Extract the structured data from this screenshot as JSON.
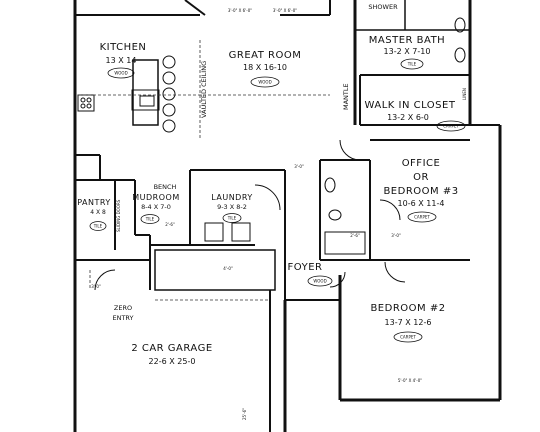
{
  "plan": {
    "rooms": [
      {
        "key": "kitchen",
        "name": "Kitchen",
        "dims": "13 x 14",
        "floor": "Wood"
      },
      {
        "key": "great_room",
        "name": "Great Room",
        "dims": "18 x 16-10",
        "floor": "Wood"
      },
      {
        "key": "master_bath",
        "name": "Master Bath",
        "dims": "13-2 x 7-10",
        "floor": "Tile"
      },
      {
        "key": "walk_in_closet",
        "name": "Walk In Closet",
        "dims": "13-2 x 6-0",
        "floor": "Carpet"
      },
      {
        "key": "office",
        "name_lines": [
          "Office",
          "Or",
          "Bedroom #3"
        ],
        "dims": "10-6 x 11-4",
        "floor": "Carpet"
      },
      {
        "key": "pantry",
        "name": "Pantry",
        "dims": "4 x 8",
        "floor": "Tile"
      },
      {
        "key": "mudroom",
        "name": "Mudroom",
        "dims": "8-4 x 7-0",
        "floor": "Tile"
      },
      {
        "key": "laundry",
        "name": "Laundry",
        "dims": "9-3 x 8-2",
        "floor": "Tile"
      },
      {
        "key": "foyer",
        "name": "Foyer",
        "floor": "Wood"
      },
      {
        "key": "bedroom2",
        "name": "Bedroom #2",
        "dims": "13-7 x 12-6",
        "floor": "Carpet"
      },
      {
        "key": "garage",
        "name": "2 Car Garage",
        "dims": "22-6 x 25-0"
      }
    ],
    "annotations": {
      "shower": "Shower",
      "vaulted_ceiling": "Vaulted Ceiling",
      "mantle": "Mantle",
      "linen": "Linen",
      "bench": "Bench",
      "zero_entry": [
        "Zero",
        "Entry"
      ],
      "sliding_doors": "Sliding Doors",
      "garage_depth": "25'-6\""
    },
    "door_dims": [
      "3'-0\" x 6'-0\"",
      "3'-0\" x 6'-0\"",
      "3'-0\"",
      "3'-0\"",
      "2'-6\"",
      "3'-0\"",
      "2'-6\"",
      "5'-0\" x 4'-0\"",
      "4'-0\""
    ]
  }
}
